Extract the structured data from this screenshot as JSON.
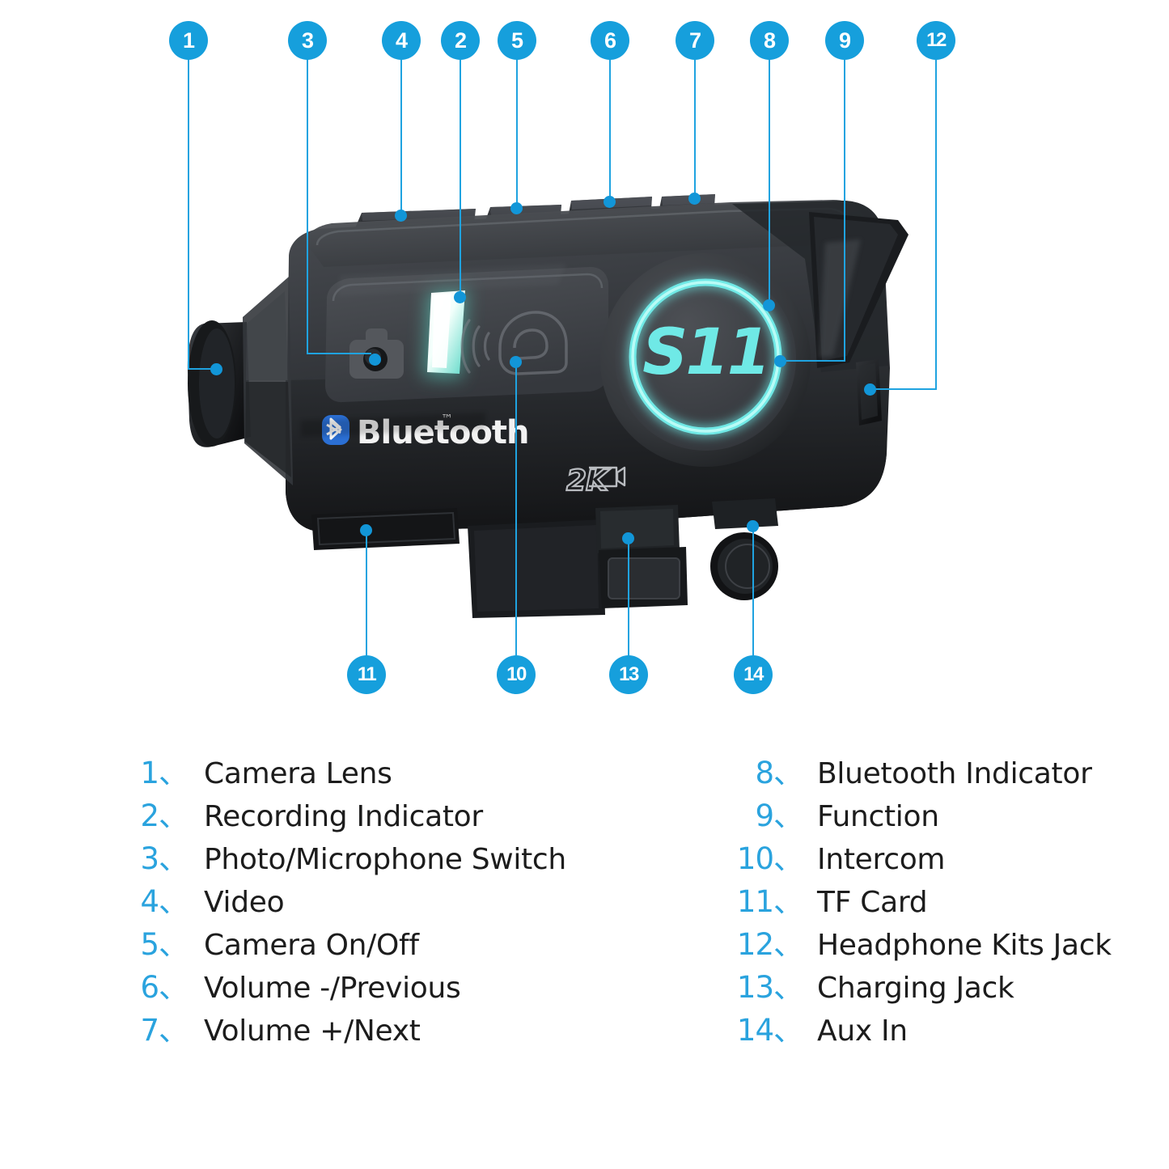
{
  "product": {
    "model_label": "S11",
    "brand_badge": "Bluetooth",
    "brand_trademark": "™",
    "resolution_badge": "2K",
    "camera_icon_name": "camcorder-icon"
  },
  "colors": {
    "accent_blue": "#169FDC",
    "leader_blue": "#1FA3E0",
    "legend_number_blue": "#2AA3DE",
    "legend_text": "#1c1c1c",
    "glow_cyan": "#6FE9E6",
    "bluetooth_blue": "#2B6FD4",
    "background": "#ffffff",
    "body_dark": "#2b2d30"
  },
  "callouts": [
    {
      "id": "1",
      "label": "Camera Lens"
    },
    {
      "id": "3",
      "label": "Photo/Microphone Switch"
    },
    {
      "id": "4",
      "label": "Video"
    },
    {
      "id": "2",
      "label": "Recording Indicator"
    },
    {
      "id": "5",
      "label": "Camera On/Off"
    },
    {
      "id": "6",
      "label": "Volume -/Previous"
    },
    {
      "id": "7",
      "label": "Volume +/Next"
    },
    {
      "id": "8",
      "label": "Bluetooth Indicator"
    },
    {
      "id": "9",
      "label": "Function"
    },
    {
      "id": "12",
      "label": "Headphone Kits Jack"
    },
    {
      "id": "11",
      "label": "TF Card"
    },
    {
      "id": "10",
      "label": "Intercom"
    },
    {
      "id": "13",
      "label": "Charging Jack"
    },
    {
      "id": "14",
      "label": "Aux In"
    }
  ],
  "legend": {
    "separator": "、",
    "left": [
      {
        "num": "1",
        "text": "Camera Lens"
      },
      {
        "num": "2",
        "text": "Recording Indicator"
      },
      {
        "num": "3",
        "text": "Photo/Microphone Switch"
      },
      {
        "num": "4",
        "text": "Video"
      },
      {
        "num": "5",
        "text": "Camera On/Off"
      },
      {
        "num": "6",
        "text": "Volume -/Previous"
      },
      {
        "num": "7",
        "text": "Volume +/Next"
      }
    ],
    "right": [
      {
        "num": "8",
        "text": "Bluetooth Indicator"
      },
      {
        "num": "9",
        "text": "Function"
      },
      {
        "num": "10",
        "text": "Intercom"
      },
      {
        "num": "11",
        "text": "TF Card"
      },
      {
        "num": "12",
        "text": "Headphone Kits Jack"
      },
      {
        "num": "13",
        "text": "Charging Jack"
      },
      {
        "num": "14",
        "text": "Aux In"
      }
    ]
  }
}
